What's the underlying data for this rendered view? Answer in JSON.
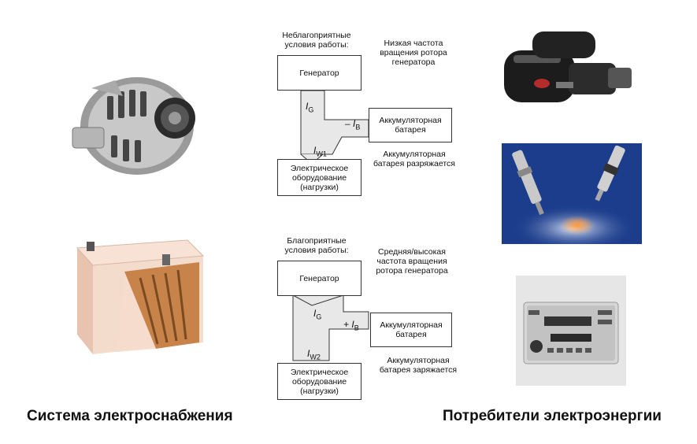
{
  "captions": {
    "left": "Система электроснабжения",
    "right": "Потребители электроэнергии"
  },
  "diagram_top": {
    "conditions": "Неблагоприятные\nусловия работы:",
    "rotor_note": "Низкая частота\nвращения ротора\nгенератора",
    "generator": "Генератор",
    "battery": "Аккумуляторная\nбатарея",
    "load": "Электрическое\nоборудование\n(нагрузки)",
    "status": "Аккумуляторная\nбатарея разряжается",
    "current_gen": "I",
    "current_gen_sub": "G",
    "current_batt_sign": "– I",
    "current_batt_sub": "B",
    "current_load": "I",
    "current_load_sub": "W1"
  },
  "diagram_bottom": {
    "conditions": "Благоприятные\nусловия работы:",
    "rotor_note": "Средняя/высокая\nчастота вращения\nротора генератора",
    "generator": "Генератор",
    "battery": "Аккумуляторная\nбатарея",
    "load": "Электрическое\nоборудование\n(нагрузки)",
    "status": "Аккумуляторная\nбатарея заряжается",
    "current_gen": "I",
    "current_gen_sub": "G",
    "current_batt_sign": "+ I",
    "current_batt_sub": "B",
    "current_load": "I",
    "current_load_sub": "W2"
  },
  "images": {
    "alternator": "alternator-image",
    "battery": "car-battery-image",
    "starter": "starter-motor-image",
    "injectors": "fuel-injectors-image",
    "radio": "car-radio-image"
  }
}
